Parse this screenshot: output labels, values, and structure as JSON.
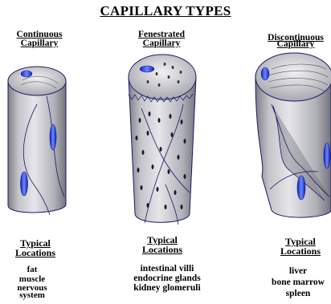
{
  "title": "CAPILLARY TYPES",
  "columns": [
    {
      "heading": [
        "Continuous",
        "Capillary"
      ],
      "locations_heading": [
        "Typical",
        "Locations"
      ],
      "locations": [
        "fat",
        "muscle",
        "nervous",
        "system"
      ]
    },
    {
      "heading": [
        "Fenestrated",
        "Capillary"
      ],
      "locations_heading": [
        "Typical",
        "Locations"
      ],
      "locations": [
        "intestinal villi",
        "endocrine glands",
        "kidney glomeruli"
      ]
    },
    {
      "heading": [
        "Discontinuous",
        "Capillary"
      ],
      "locations_heading": [
        "Typical",
        "Locations"
      ],
      "locations": [
        "liver",
        "bone marrow",
        "spleen"
      ]
    }
  ],
  "colors": {
    "tube_fill": "#cfcfd4",
    "tube_shade": "#8e8e96",
    "outline": "#1a1a66",
    "nucleus": "#2a3ad8"
  }
}
